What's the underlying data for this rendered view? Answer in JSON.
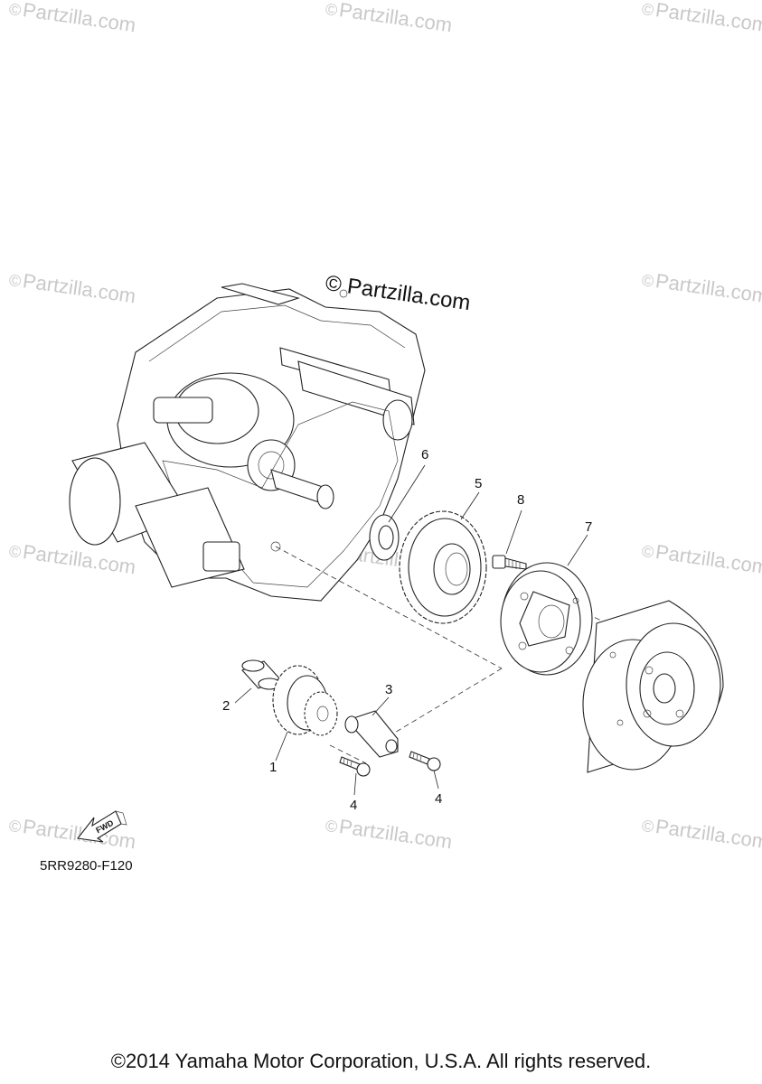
{
  "watermark": {
    "symbol": "©",
    "text": "Partzilla.com"
  },
  "brand_watermark": "© Partzilla.com",
  "callouts": {
    "c1": "1",
    "c2": "2",
    "c3": "3",
    "c4a": "4",
    "c4b": "4",
    "c5": "5",
    "c6": "6",
    "c7": "7",
    "c8": "8"
  },
  "fwd_label": "FWD",
  "diagram_code": "5RR9280-F120",
  "copyright": "©2014 Yamaha Motor Corporation, U.S.A. All rights reserved."
}
